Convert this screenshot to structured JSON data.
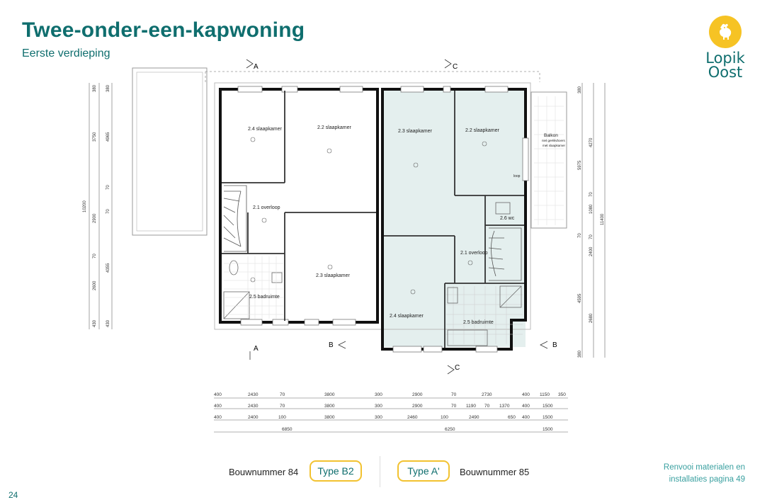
{
  "header": {
    "title": "Twee-onder-een-kapwoning",
    "subtitle": "Eerste verdieping"
  },
  "logo": {
    "line1": "Lopik",
    "line2": "Oost",
    "icon": "rooster-icon",
    "color": "#f6c324"
  },
  "sections": {
    "a": "A",
    "b": "B",
    "c": "C"
  },
  "rooms": {
    "left_24": "2.4 slaapkamer",
    "left_22": "2.2 slaapkamer",
    "left_21": "2.1 overloop",
    "left_23": "2.3 slaapkamer",
    "left_25": "2.5 badruimte",
    "right_23": "2.3 slaapkamer",
    "right_22": "2.2 slaapkamer",
    "right_balkon": "Balkon",
    "right_balkon_note1": "niet geëikvboers",
    "right_balkon_note2": "met slaapkamer",
    "right_loop": "loop",
    "right_26": "2.6 wc",
    "right_21": "2.1 overloop",
    "right_24": "2.4 slaapkamer",
    "right_25": "2.5 badruimte"
  },
  "dims_left": [
    "380",
    "3750",
    "4965",
    "10200",
    "2900",
    "70",
    "4355",
    "2600",
    "430",
    "380",
    "70",
    "70",
    "430"
  ],
  "dims_right": [
    "380",
    "4270",
    "5975",
    "70",
    "1080",
    "70",
    "11400",
    "2400",
    "4595",
    "2680",
    "380",
    "70"
  ],
  "dims_rows": [
    [
      "400",
      "2430",
      "70",
      "3800",
      "300",
      "2900",
      "70",
      "2730",
      "400",
      "1150",
      "350"
    ],
    [
      "400",
      "2430",
      "70",
      "3800",
      "300",
      "2900",
      "70",
      "1190",
      "70",
      "1370",
      "400",
      "1500"
    ],
    [
      "400",
      "2400",
      "100",
      "3800",
      "300",
      "2460",
      "100",
      "2490",
      "650",
      "400",
      "1500"
    ],
    [
      "6850",
      "6250",
      "1500"
    ]
  ],
  "footer": {
    "left_number": "Bouwnummer 84",
    "left_type": "Type B2",
    "right_type": "Type A'",
    "right_number": "Bouwnummer 85",
    "ref_line1": "Renvooi materialen en",
    "ref_line2": "installaties pagina 49",
    "page": "24"
  },
  "colors": {
    "accent": "#0f6e6e",
    "pill": "#f2c230",
    "floor_tint": "#e4efee"
  }
}
